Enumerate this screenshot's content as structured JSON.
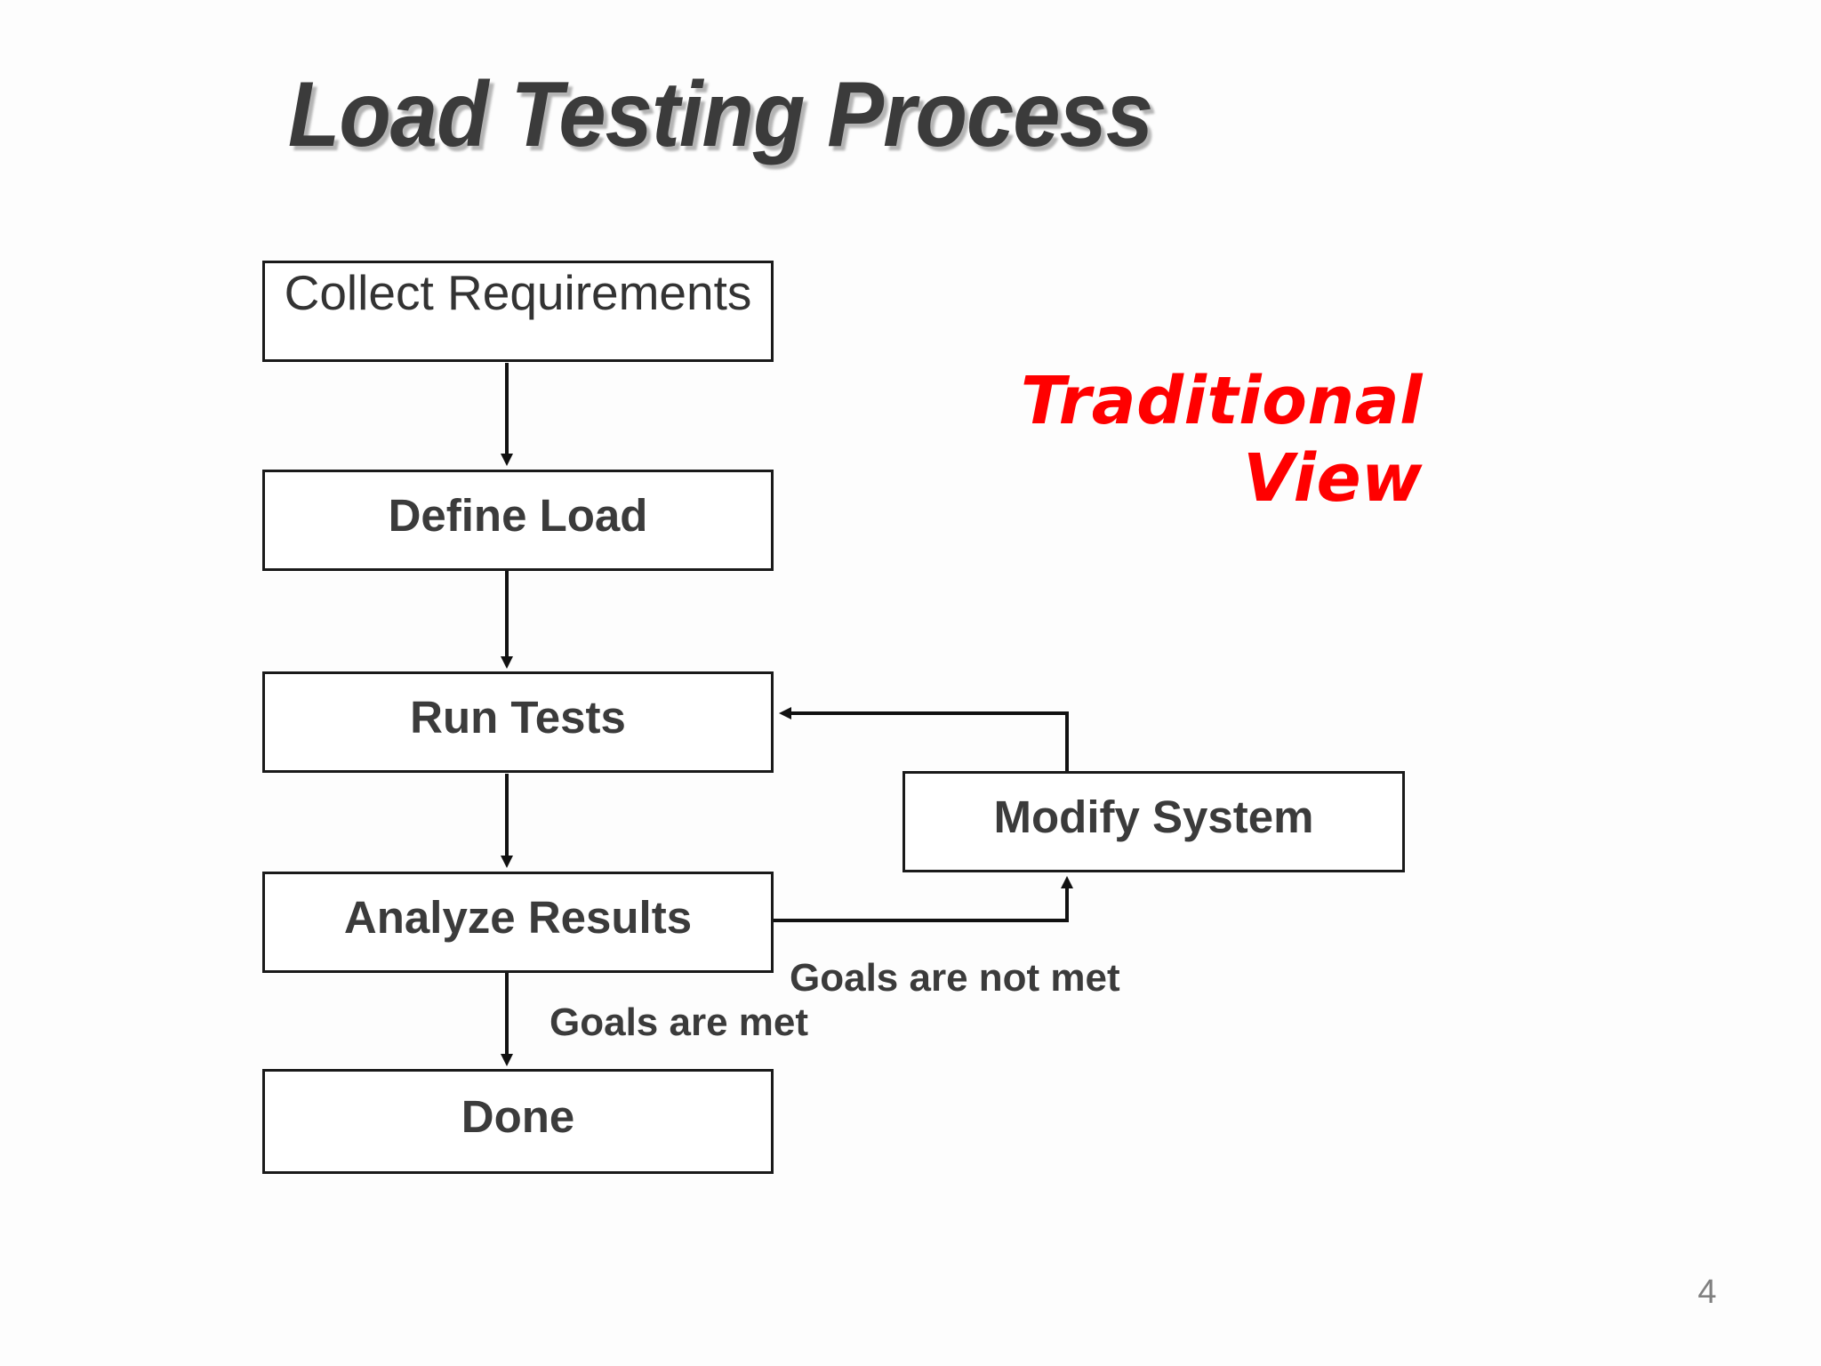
{
  "slide": {
    "title": "Load Testing Process",
    "page_number": "4",
    "background_color": "#ffffff",
    "title_color": "#3b3b3b"
  },
  "annotation": {
    "color": "#FF0000",
    "line1": "Traditional",
    "line2": "View"
  },
  "diagram": {
    "type": "flowchart",
    "node_border_color": "#1a1a1a",
    "node_text_color": "#3b3b3b",
    "nodes": [
      {
        "id": "collect",
        "label": "Collect Requirements",
        "bold": false
      },
      {
        "id": "define",
        "label": "Define Load",
        "bold": true
      },
      {
        "id": "run",
        "label": "Run Tests",
        "bold": true
      },
      {
        "id": "analyze",
        "label": "Analyze Results",
        "bold": true
      },
      {
        "id": "done",
        "label": "Done",
        "bold": true
      },
      {
        "id": "modify",
        "label": "Modify System",
        "bold": true
      }
    ],
    "edges": [
      {
        "from": "collect",
        "to": "define",
        "label": ""
      },
      {
        "from": "define",
        "to": "run",
        "label": ""
      },
      {
        "from": "run",
        "to": "analyze",
        "label": ""
      },
      {
        "from": "analyze",
        "to": "done",
        "label": "Goals are met"
      },
      {
        "from": "analyze",
        "to": "modify",
        "label": "Goals are not met"
      },
      {
        "from": "modify",
        "to": "run",
        "label": ""
      }
    ],
    "edge_labels": {
      "goals_met": "Goals are met",
      "goals_not_met": "Goals are not met"
    }
  }
}
